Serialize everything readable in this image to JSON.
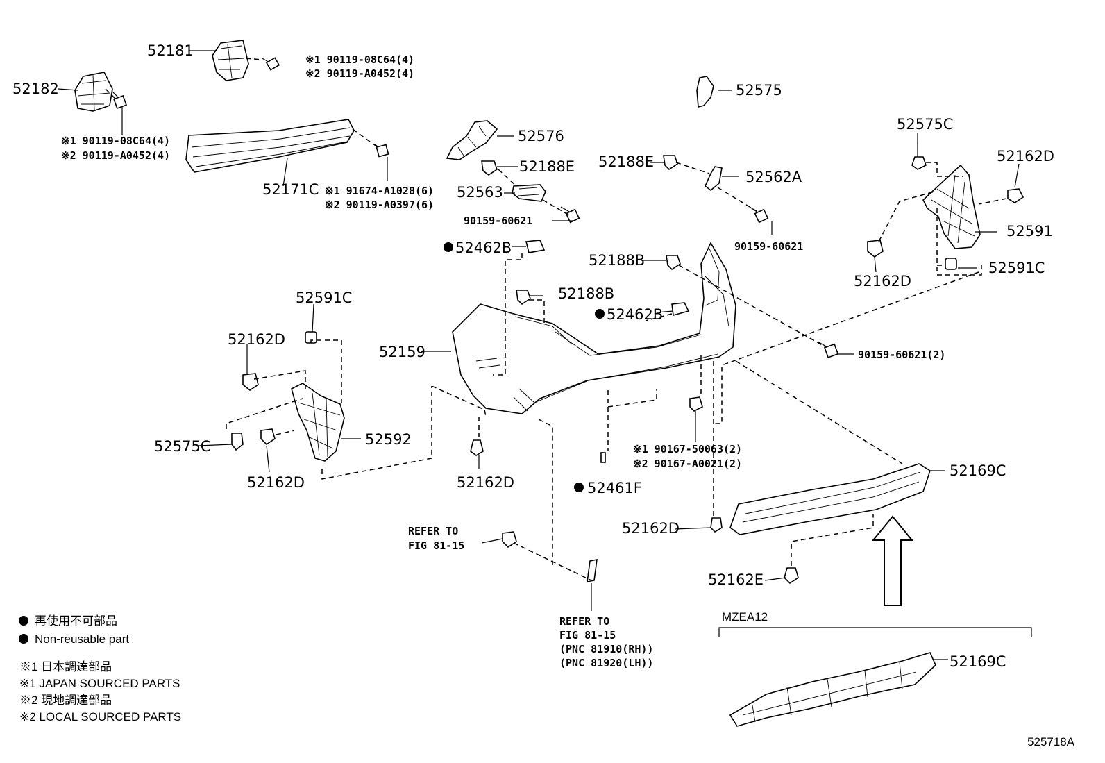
{
  "labels": {
    "p52181": "52181",
    "p52182": "52182",
    "n52181_1": "※1 90119-08C64(4)",
    "n52181_2": "※2 90119-A0452(4)",
    "n52182_1": "※1 90119-08C64(4)",
    "n52182_2": "※2 90119-A0452(4)",
    "p52171C": "52171C",
    "n52171_1": "※1 91674-A1028(6)",
    "n52171_2": "※2 90119-A0397(6)",
    "p52575": "52575",
    "p52576": "52576",
    "p52188E_l": "52188E",
    "p52188E_r": "52188E",
    "p52563": "52563",
    "p52562A": "52562A",
    "n90159_l": "90159-60621",
    "n90159_r": "90159-60621",
    "p52462B_t": "52462B",
    "p52462B_m": "52462B",
    "p52188B_t": "52188B",
    "p52188B_m": "52188B",
    "p52575C_r": "52575C",
    "p52162D_tr": "52162D",
    "p52591": "52591",
    "p52162D_rr": "52162D",
    "p52591C_r": "52591C",
    "p52591C_l": "52591C",
    "p52162D_l": "52162D",
    "p52159": "52159",
    "n90159_2": "90159-60621(2)",
    "p52575C_l": "52575C",
    "p52592": "52592",
    "p52162D_bl": "52162D",
    "p52162D_bc": "52162D",
    "n90167_1": "※1 90167-50063(2)",
    "n90167_2": "※2 90167-A0021(2)",
    "p52461F": "52461F",
    "p52169C_t": "52169C",
    "p52162D_br": "52162D",
    "p52162E": "52162E",
    "ref1_a": "REFER TO",
    "ref1_b": "FIG 81-15",
    "ref2_a": "REFER TO",
    "ref2_b": "FIG 81-15",
    "ref2_c": "(PNC 81910(RH))",
    "ref2_d": "(PNC 81920(LH))",
    "model": "MZEA12",
    "p52169C_b": "52169C",
    "figure_id": "525718A"
  },
  "legend": {
    "nonreusable_jp": "再使用不可部品",
    "nonreusable_en": "Non-reusable part",
    "note1_jp": "※1 日本調達部品",
    "note1_en": "※1 JAPAN SOURCED PARTS",
    "note2_jp": "※2 現地調達部品",
    "note2_en": "※2 LOCAL SOURCED PARTS"
  }
}
